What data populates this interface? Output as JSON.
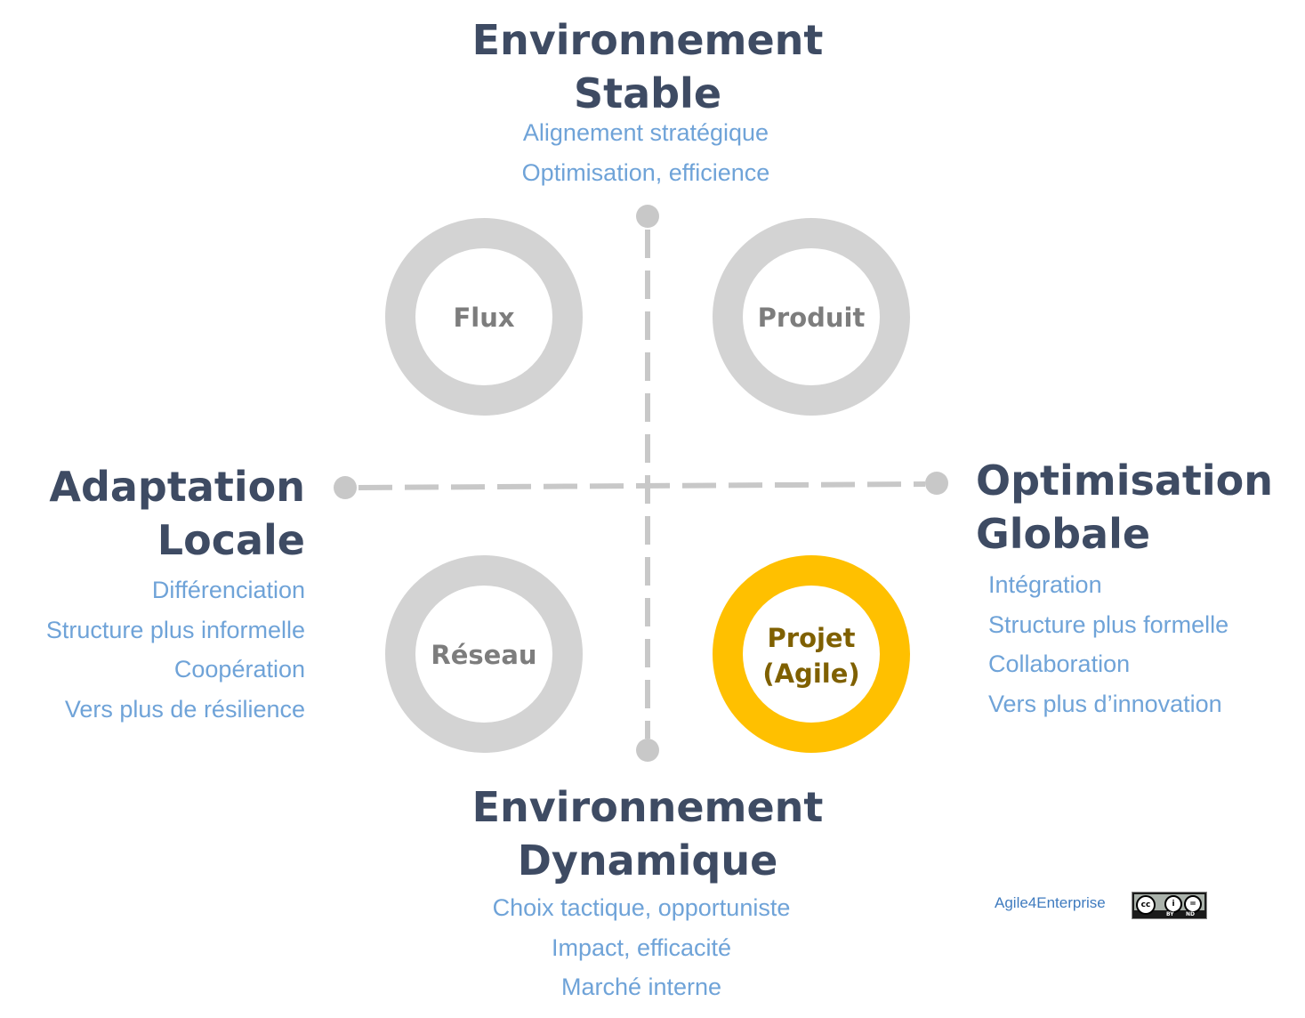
{
  "top": {
    "title_line1": "Environnement",
    "title_line2": "Stable",
    "items": [
      "Alignement stratégique",
      "Optimisation, efficience"
    ]
  },
  "bottom": {
    "title_line1": "Environnement",
    "title_line2": "Dynamique",
    "items": [
      "Choix tactique, opportuniste",
      "Impact, efficacité",
      "Marché interne"
    ]
  },
  "left": {
    "title_line1": "Adaptation",
    "title_line2": "Locale",
    "items": [
      "Différenciation",
      "Structure plus informelle",
      "Coopération",
      "Vers plus de résilience"
    ]
  },
  "right": {
    "title_line1": "Optimisation",
    "title_line2": "Globale",
    "items": [
      "Intégration",
      "Structure plus formelle",
      "Collaboration",
      "Vers plus d’innovation"
    ]
  },
  "rings": {
    "flux": "Flux",
    "produit": "Produit",
    "reseau": "Réseau",
    "projet_line1": "Projet",
    "projet_line2": "(Agile)"
  },
  "colors": {
    "heading": "#3e4b63",
    "items": "#6fa3d8",
    "ring_gray": "#d3d3d3",
    "ring_text_gray": "#7d7d7d",
    "ring_highlight": "#ffc000",
    "ring_highlight_text": "#7f6000",
    "axis": "#c8c8c8"
  },
  "credit": {
    "text": "Agile4Enterprise",
    "license_icon": "cc-by-nd-badge-icon"
  }
}
